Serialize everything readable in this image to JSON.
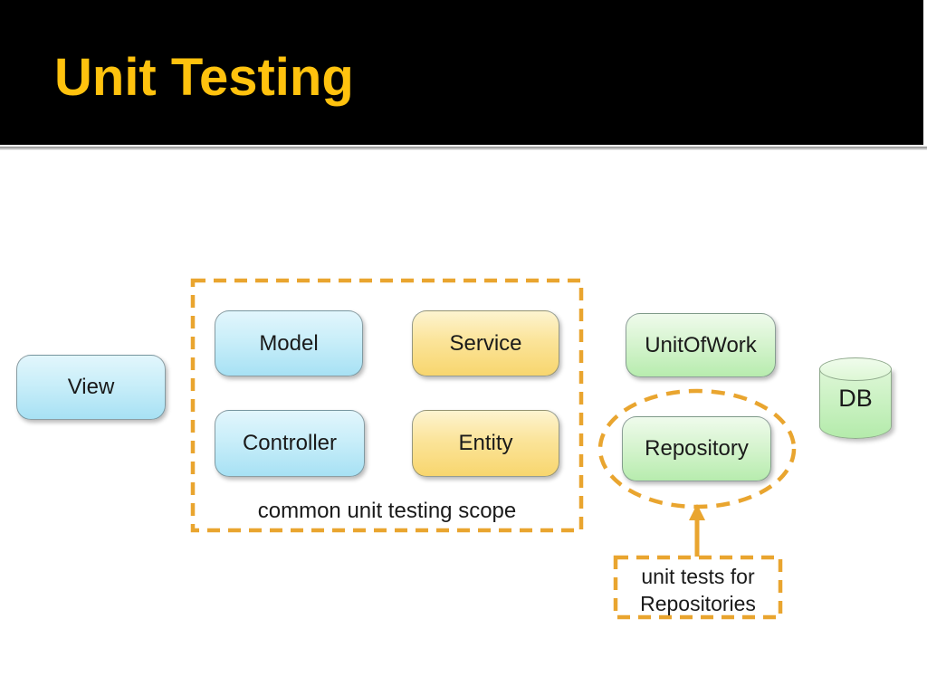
{
  "slide": {
    "title": "Unit Testing",
    "colors": {
      "banner_background": "#000000",
      "title_text": "#FFC20E",
      "dashed_accent": "#E9A52F",
      "blue_node_top": "#e2f6fc",
      "blue_node_bottom": "#a7e1f4",
      "orange_node_top": "#fdf4d0",
      "orange_node_bottom": "#f8d66e",
      "green_node_top": "#effbec",
      "green_node_bottom": "#b7ecae",
      "body_background": "#ffffff"
    }
  },
  "diagram": {
    "boxes": [
      {
        "id": "view",
        "label": "View",
        "color": "blue"
      },
      {
        "id": "model",
        "label": "Model",
        "color": "blue"
      },
      {
        "id": "service",
        "label": "Service",
        "color": "orange"
      },
      {
        "id": "controller",
        "label": "Controller",
        "color": "blue"
      },
      {
        "id": "entity",
        "label": "Entity",
        "color": "orange"
      },
      {
        "id": "unitofwork",
        "label": "UnitOfWork",
        "color": "green"
      },
      {
        "id": "repository",
        "label": "Repository",
        "color": "green"
      }
    ],
    "db": {
      "label": "DB"
    },
    "scope_caption": "common unit testing scope",
    "callout": {
      "line1": "unit tests for",
      "line2": "Repositories"
    }
  }
}
